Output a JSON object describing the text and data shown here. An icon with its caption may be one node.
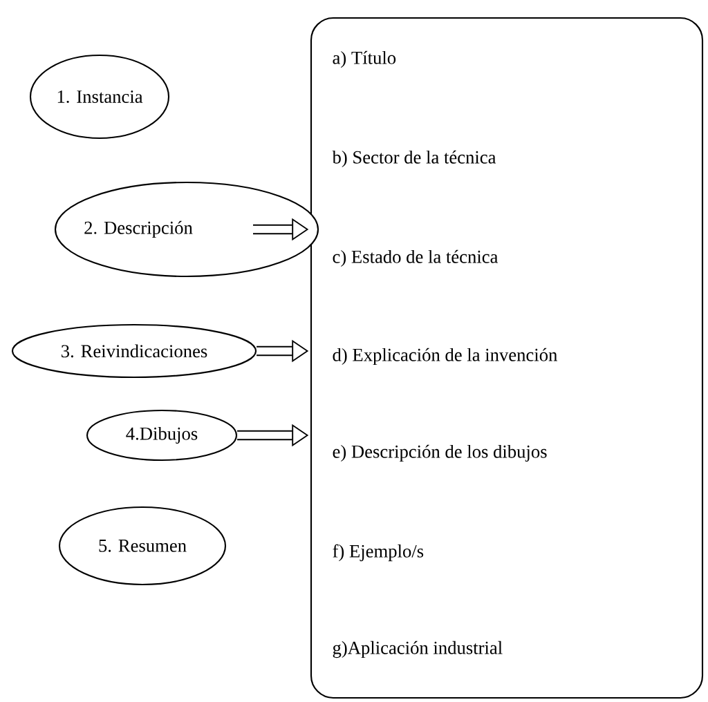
{
  "diagram": {
    "nodes": [
      {
        "text": [
          "1. Instancia"
        ]
      },
      {
        "text": [
          "2. Descripción"
        ]
      },
      {
        "text": [
          "3. Reivindicaciones"
        ]
      },
      {
        "text": [
          "4.Dibujos"
        ]
      },
      {
        "text": [
          "5. Resumen"
        ]
      },
      {
        "text": [
          "a) Título",
          "b) Sector de la técnica",
          "c) Estado de la técnica",
          "d) Explicación de la invención",
          "e) Descripción de los dibujos",
          "f) Ejemplo/s",
          "g)Aplicación industrial"
        ]
      }
    ],
    "edges": [
      {
        "from": 1,
        "to": 5,
        "arrow": "to"
      },
      {
        "from": 2,
        "to": 5,
        "arrow": "to"
      },
      {
        "from": 3,
        "to": 5,
        "arrow": "to"
      }
    ]
  }
}
